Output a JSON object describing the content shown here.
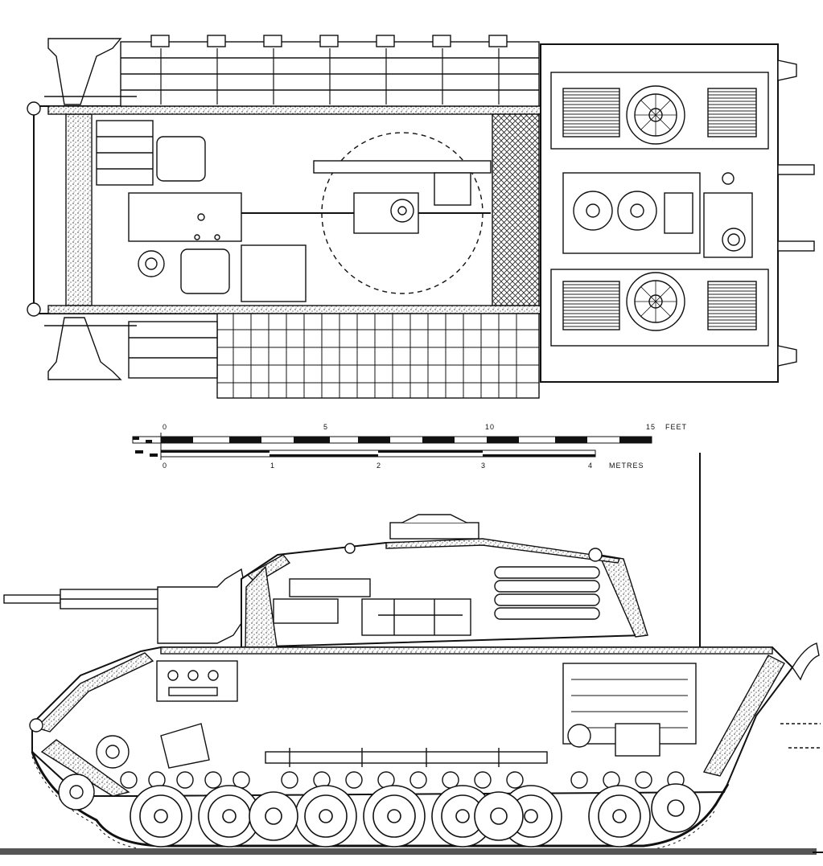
{
  "scale": {
    "feet_ticks": [
      "0",
      "5",
      "10",
      "15"
    ],
    "feet_unit": "FEET",
    "metre_ticks": [
      "0",
      "1",
      "2",
      "3",
      "4"
    ],
    "metre_unit": "METRES"
  },
  "colors": {
    "ink": "#111111",
    "paper": "#ffffff"
  }
}
